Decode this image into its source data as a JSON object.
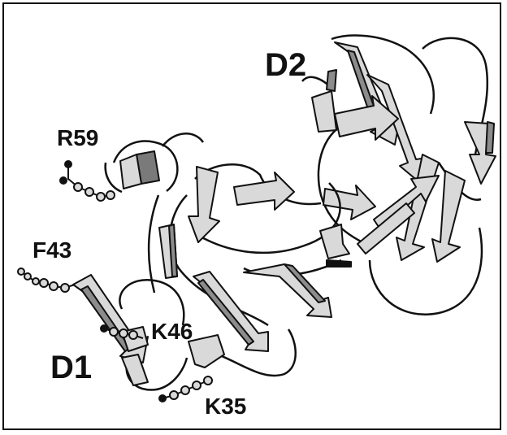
{
  "labels": {
    "domain_2": "D2",
    "domain_1": "D1",
    "residue_r59": "R59",
    "residue_f43": "F43",
    "residue_k46": "K46",
    "residue_k35": "K35"
  },
  "colors": {
    "strand_fill": "#d9d9d9",
    "strand_shadow": "#8c8c8c",
    "helix_fill": "#7a7a7a",
    "ink": "#111111",
    "background": "#ffffff"
  }
}
